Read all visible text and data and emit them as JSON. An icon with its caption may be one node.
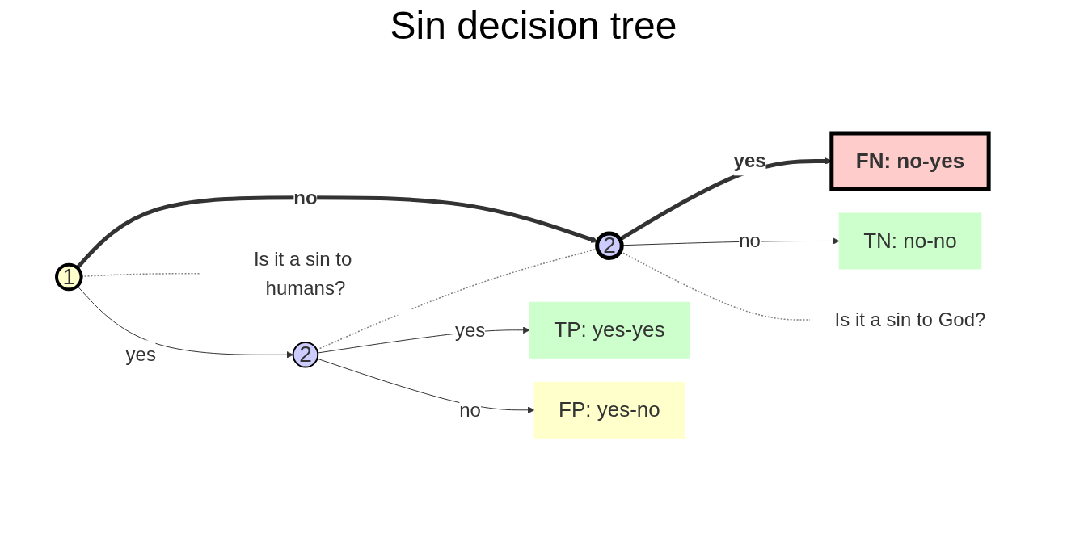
{
  "diagram": {
    "title": "Sin decision tree",
    "nodes": [
      {
        "text": [
          "1"
        ]
      },
      {
        "text": [
          "2"
        ]
      },
      {
        "text": [
          "2"
        ]
      },
      {
        "text": [
          "TP: yes-yes"
        ]
      },
      {
        "text": [
          "FP: yes-no"
        ]
      },
      {
        "text": [
          "FN: no-yes"
        ]
      },
      {
        "text": [
          "TN: no-no"
        ]
      },
      {
        "text": [
          "Is it a sin to God?"
        ]
      },
      {
        "text": [
          "Is it a sin to humans?"
        ]
      }
    ],
    "edges": [
      {
        "from": 0,
        "to": 1,
        "arrow": "to",
        "label": "yes"
      },
      {
        "from": 0,
        "to": 2,
        "arrow": "to",
        "label": "no",
        "style": "thick"
      },
      {
        "from": 1,
        "to": 3,
        "arrow": "to",
        "label": "yes"
      },
      {
        "from": 1,
        "to": 4,
        "arrow": "to",
        "label": "no"
      },
      {
        "from": 2,
        "to": 5,
        "arrow": "to",
        "label": "yes",
        "style": "thick"
      },
      {
        "from": 2,
        "to": 6,
        "arrow": "to",
        "label": "no"
      },
      {
        "from": 1,
        "to": 2,
        "arrow": "none",
        "style": "dashed",
        "color": "#808080"
      },
      {
        "from": 2,
        "to": 7,
        "arrow": "none",
        "style": "dashed",
        "color": "#808080"
      },
      {
        "from": 0,
        "to": 8,
        "arrow": "none",
        "style": "dashed",
        "color": "#808080"
      }
    ]
  }
}
